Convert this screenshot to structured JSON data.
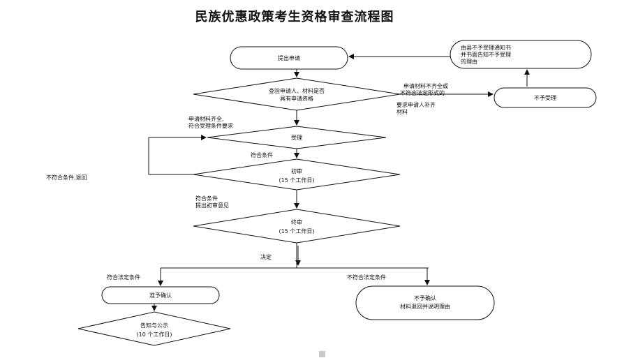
{
  "title": "民族优惠政策考生资格审查流程图",
  "nodes": {
    "apply": "提出申请",
    "check_line1": "查验申请人、材料是否",
    "check_line2": "具有申请资格",
    "accept": "受理",
    "initial_review": "初审",
    "initial_review_days": "(15 个工作日)",
    "final_review": "终审",
    "final_review_days": "(15 个工作日)",
    "confirm": "准予确认",
    "publicize": "告知与公示",
    "publicize_days": "(10 个工作日)",
    "deny_confirm_line1": "不予确认",
    "deny_confirm_line2": "材料退回并说明理由",
    "reject": "不予受理",
    "notify_line1": "由县不予受理通知书",
    "notify_line2": "并书面告知不予受理",
    "notify_line3": "的理由"
  },
  "labels": {
    "incomplete_line1": "申请材料不齐全或",
    "incomplete_line2": "不符合法定形式的",
    "require_line1": "要求申请人补齐",
    "require_line2": "材料",
    "complete_line1": "申请材料齐全,",
    "complete_line2": "符合受理条件要求",
    "meets": "符合条件",
    "not_meets": "不符合条件,退回",
    "meets_submit_line1": "符合条件",
    "meets_submit_line2": "提出初审意见",
    "decide": "决定",
    "meets_legal": "符合法定条件",
    "not_meets_legal": "不符合法定条件"
  }
}
